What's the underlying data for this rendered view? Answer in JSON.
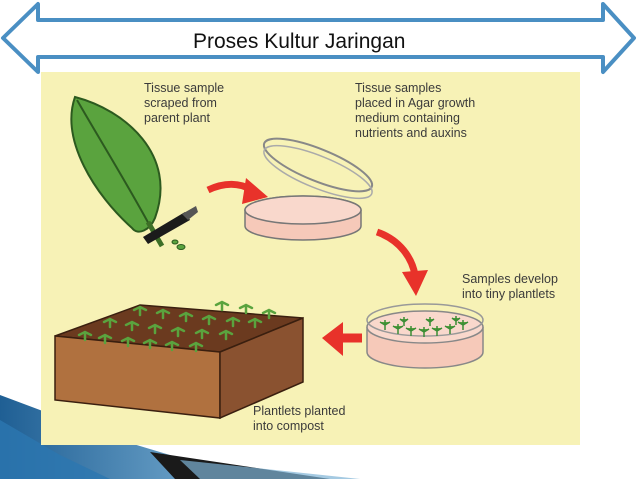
{
  "slide": {
    "title": "Proses Kultur Jaringan"
  },
  "diagram": {
    "labels": {
      "tissue_sample": [
        "Tissue sample",
        "scraped from",
        "parent plant"
      ],
      "agar_medium": [
        "Tissue samples",
        "placed in Agar growth",
        "medium containing",
        "nutrients and auxins"
      ],
      "plantlets_develop": [
        "Samples develop",
        "into tiny plantlets"
      ],
      "compost": [
        "Plantlets planted",
        "into compost"
      ]
    }
  },
  "colors": {
    "banner_fill": "#ffffff",
    "banner_stroke": "#4a8fc3",
    "panel_background": "#f7f2b6",
    "arrow_red": "#e8322a",
    "leaf_green": "#5aa33e",
    "dish_pink": "#f6c9b9",
    "soil_brown": "#9a5b37"
  }
}
